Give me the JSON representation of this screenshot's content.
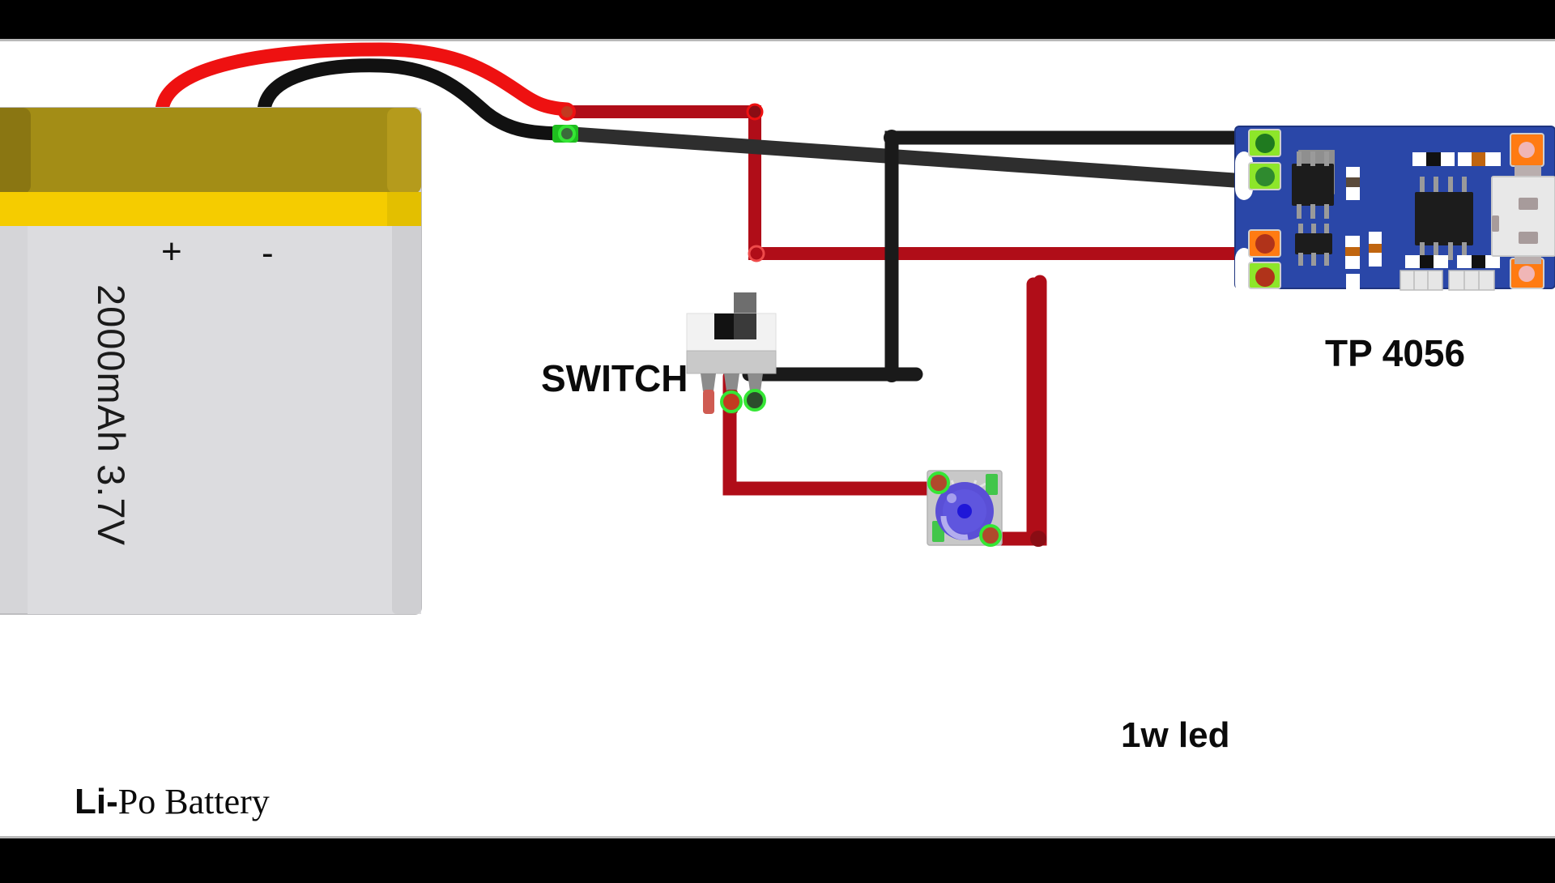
{
  "diagram": {
    "title": "Li-Po Battery TP4056 charger with switch and 1W LED",
    "background": "#ffffff",
    "letterbox_color": "#000000"
  },
  "labels": {
    "switch": "SWITCH",
    "tp4056": "TP 4056",
    "led": "1w led",
    "battery_bold": "Li-",
    "battery_rest": "Po Battery",
    "battery_spec": "2000mAh 3.7V",
    "terminal_positive": "+",
    "terminal_negative": "-"
  },
  "components": {
    "battery": {
      "name": "Li-Po Battery",
      "capacity": "2000mAh",
      "voltage": "3.7V",
      "body_color": "#d5d5d8",
      "top_color": "#a38d16",
      "stripe_color": "#f5cc00",
      "edge_color": "#8c8c8c"
    },
    "tp4056": {
      "name": "TP 4056",
      "pcb_color": "#2a47a8",
      "pad_green": "#8de62a",
      "pad_orange": "#ff7b12",
      "chip_color": "#1c1c1c",
      "usb_color": "#e8e8e8"
    },
    "switch": {
      "name": "SWITCH",
      "body_color": "#f2f2f2",
      "base_color": "#c9c9c9",
      "lever_color": "#2c2c2c",
      "pins": 3
    },
    "led": {
      "name": "1w led",
      "power": "1w",
      "base_color": "#c8c8c8",
      "dome_color": "#5a4fd6",
      "core_color": "#1f17d8"
    }
  },
  "wires": [
    {
      "id": "batt-pos-curve",
      "from": "battery +",
      "to": "red bus",
      "color": "#ee1111"
    },
    {
      "id": "batt-neg-curve",
      "from": "battery -",
      "to": "black bus",
      "color": "#111111"
    },
    {
      "id": "red-bus-top",
      "from": "battery +",
      "to": "drop node",
      "color": "#b00d18"
    },
    {
      "id": "red-bus-bottom",
      "from": "drop node",
      "to": "TP4056 B+",
      "color": "#b00d18"
    },
    {
      "id": "black-batt-to-b-minus",
      "from": "battery -",
      "to": "TP4056 B-",
      "color": "#2e2e2e"
    },
    {
      "id": "black-out-to-switch",
      "from": "TP4056 OUT-",
      "to": "switch pin",
      "color": "#1a1a1a"
    },
    {
      "id": "red-switch-to-led",
      "from": "switch pin",
      "to": "LED anode",
      "color": "#b00d18"
    },
    {
      "id": "red-led-to-out-plus",
      "from": "LED cathode",
      "to": "TP4056 OUT+",
      "color": "#b00d18"
    }
  ],
  "colors": {
    "wire_red_bright": "#ee1111",
    "wire_red_dark": "#b00d18",
    "wire_black": "#111111",
    "wire_gray_black": "#2e2e2e",
    "solder_green": "#2ad62a",
    "solder_red": "#c23a20",
    "pcb_blue": "#2a47a8"
  }
}
